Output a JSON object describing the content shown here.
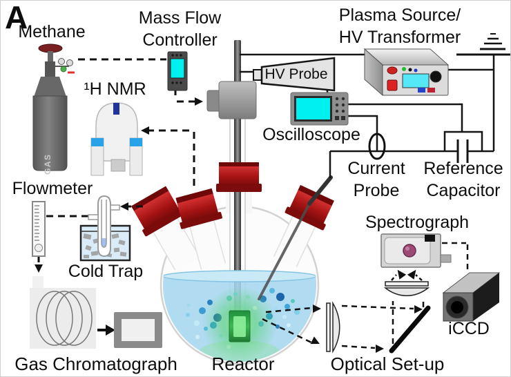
{
  "figure": {
    "panel_label": "A",
    "components": {
      "methane": "Methane",
      "gas_cylinder_text": "GAS",
      "mass_flow_controller": "Mass Flow\nController",
      "nmr": "¹H NMR",
      "plasma_source": "Plasma Source/\nHV Transformer",
      "hv_probe": "HV Probe",
      "oscilloscope": "Oscilloscope",
      "current_probe": "Current\nProbe",
      "reference_capacitor": "Reference\nCapacitor",
      "flowmeter": "Flowmeter",
      "cold_trap": "Cold Trap",
      "gas_chromatograph": "Gas Chromatograph",
      "reactor": "Reactor",
      "optical_setup": "Optical Set-up",
      "spectrograph": "Spectrograph",
      "iccd": "iCCD"
    },
    "colors": {
      "screen_cyan": "#00f0f0",
      "cap_red": "#b01414",
      "liquid_blue": "#a5d6ef",
      "glow_green": "#46c85a",
      "text": "#0d0d0d",
      "background": "#ffffff"
    }
  }
}
